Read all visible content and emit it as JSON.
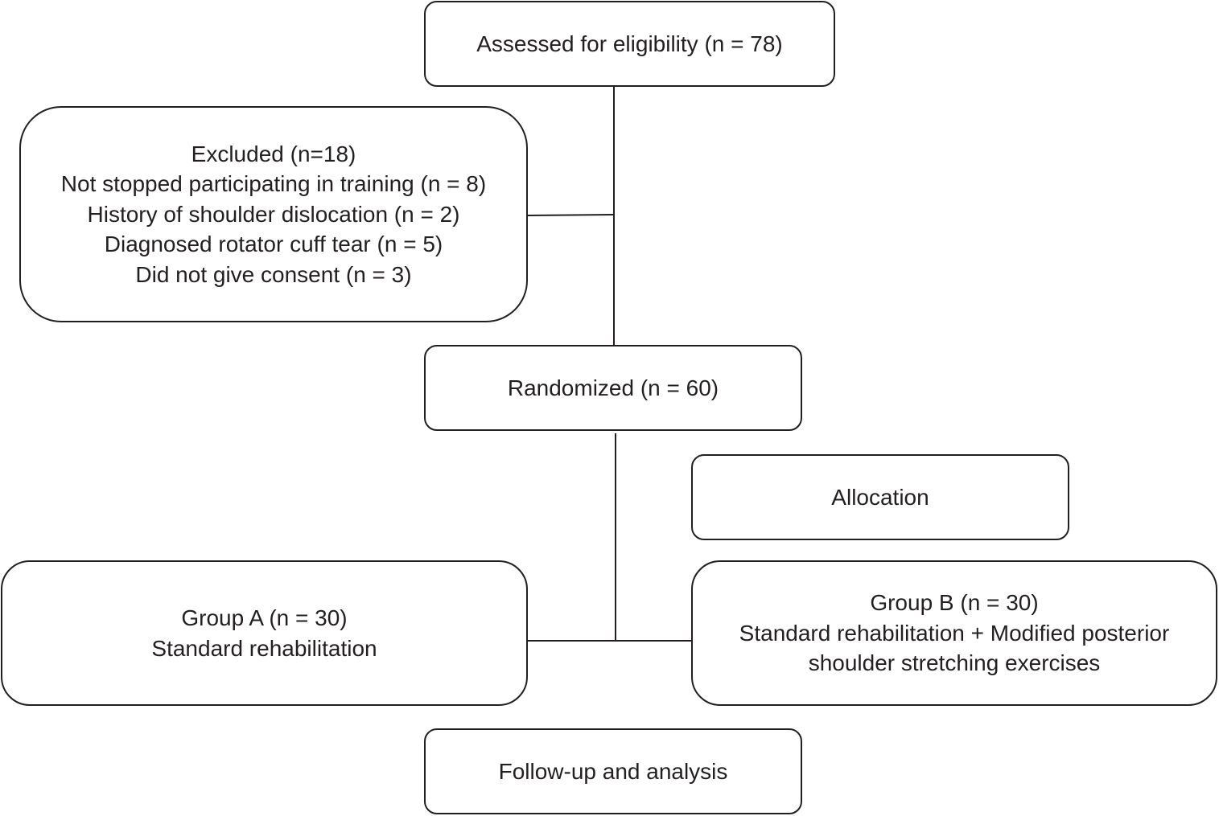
{
  "flowchart": {
    "assessed": {
      "label": "Assessed for eligibility (n = 78)"
    },
    "excluded": {
      "title": "Excluded (n=18)",
      "reasons": [
        "Not stopped participating in training (n = 8)",
        "History of shoulder dislocation (n = 2)",
        "Diagnosed rotator cuff tear (n = 5)",
        "Did not give consent (n = 3)"
      ]
    },
    "randomized": {
      "label": "Randomized (n = 60)"
    },
    "allocation": {
      "label": "Allocation"
    },
    "group_a": {
      "title": "Group A (n = 30)",
      "description": "Standard rehabilitation"
    },
    "group_b": {
      "title": "Group B (n = 30)",
      "description_line1": "Standard rehabilitation + Modified posterior",
      "description_line2": "shoulder stretching exercises"
    },
    "followup": {
      "label": "Follow-up and analysis"
    }
  },
  "colors": {
    "stroke": "#231f20",
    "background": "#ffffff"
  }
}
